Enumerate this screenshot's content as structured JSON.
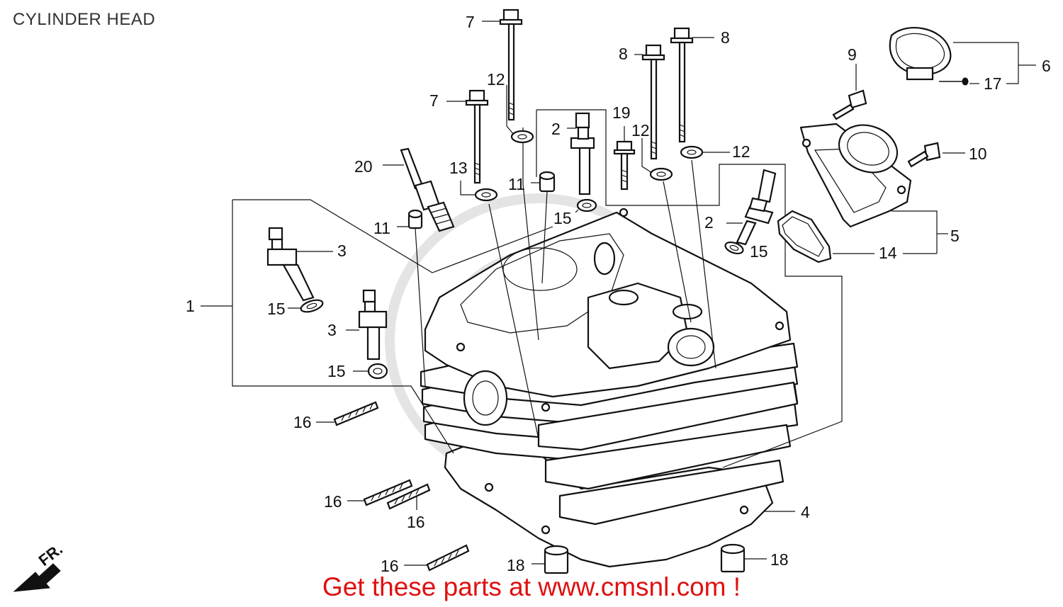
{
  "title": "CYLINDER HEAD",
  "promo": "Get these parts at www.cmsnl.com !",
  "callouts": {
    "c7a": "7",
    "c7b": "7",
    "c8a": "8",
    "c8b": "8",
    "c9": "9",
    "c6": "6",
    "c17": "17",
    "c10": "10",
    "c12a": "12",
    "c12b": "12",
    "c12c": "12",
    "c2a": "2",
    "c2b": "2",
    "c19": "19",
    "c20": "20",
    "c13": "13",
    "c11a": "11",
    "c11b": "11",
    "c15a": "15",
    "c15b": "15",
    "c15c": "15",
    "c15d": "15",
    "c5": "5",
    "c14": "14",
    "c3a": "3",
    "c3b": "3",
    "c1": "1",
    "c16a": "16",
    "c16b": "16",
    "c16c": "16",
    "c16d": "16",
    "c4": "4",
    "c18a": "18",
    "c18b": "18",
    "fr": "FR."
  },
  "colors": {
    "promo": "#e01010",
    "line": "#111111",
    "watermark": "#e4e4e4"
  }
}
